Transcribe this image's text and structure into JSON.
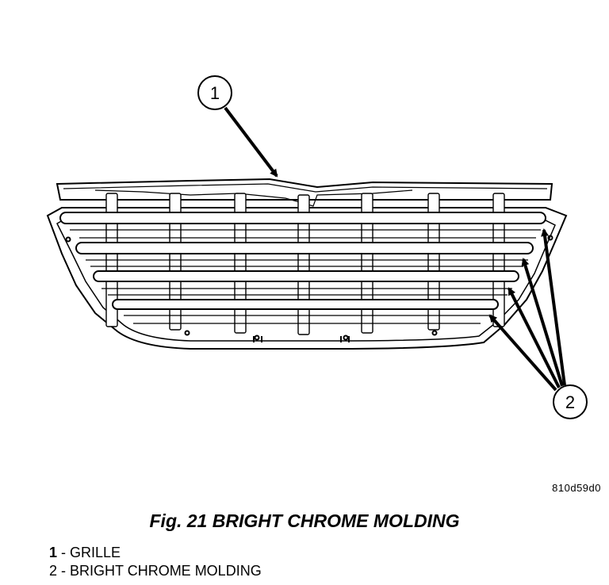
{
  "figure": {
    "code": "810d59d0",
    "caption": "Fig. 21 BRIGHT CHROME MOLDING"
  },
  "callouts": [
    {
      "number": "1",
      "part": "GRILLE"
    },
    {
      "number": "2",
      "part": "BRIGHT CHROME MOLDING"
    }
  ],
  "legend": [
    {
      "number": "1",
      "separator": " - ",
      "label": "GRILLE"
    },
    {
      "number": "2",
      "separator": " - ",
      "label": "BRIGHT CHROME MOLDING"
    }
  ]
}
